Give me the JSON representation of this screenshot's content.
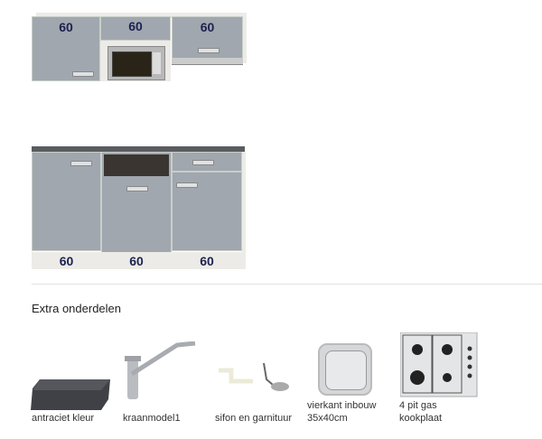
{
  "upper_cabinets": [
    {
      "width_label": "60"
    },
    {
      "width_label": "60"
    },
    {
      "width_label": "60"
    }
  ],
  "lower_cabinets": [
    {
      "width_label": "60"
    },
    {
      "width_label": "60"
    },
    {
      "width_label": "60"
    }
  ],
  "extras": {
    "heading": "Extra onderdelen",
    "items": [
      {
        "label": "antraciet kleur",
        "icon": "countertop-icon"
      },
      {
        "label": "kraanmodel1",
        "icon": "faucet-icon"
      },
      {
        "label": "sifon en garnituur",
        "icon": "siphon-icon"
      },
      {
        "label_line1": "vierkant inbouw",
        "label_line2": "35x40cm",
        "icon": "sink-icon"
      },
      {
        "label_line1": "4 pit gas",
        "label_line2": "kookplaat",
        "icon": "gas-hob-icon"
      }
    ]
  }
}
